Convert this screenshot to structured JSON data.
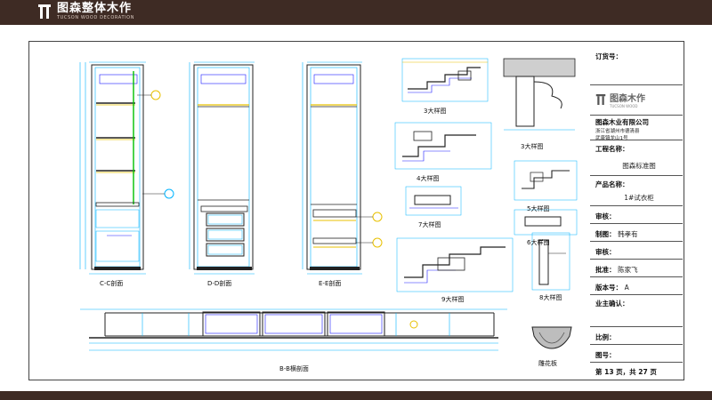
{
  "brand": {
    "name": "图森整体木作",
    "subtitle": "TUCSON WOOD DECORATION"
  },
  "titleblock": {
    "order_label": "订货号：",
    "logo_name": "图森木作",
    "logo_sub": "TUCSON WOOD",
    "company": "图森木业有限公司",
    "address_line1": "浙江省湖州市德清县",
    "address_line2": "武康镇龙山1号",
    "project_label": "工程名称：",
    "project_value": "图森标准图",
    "product_label": "产品名称：",
    "product_value": "1#试衣柜",
    "review_label": "审核：",
    "drafter_label": "制图：",
    "drafter_value": "韩孝有",
    "check_label": "审核：",
    "approve_label": "批准：",
    "approve_value": "陈家飞",
    "version_label": "版本号：",
    "version_value": "A",
    "owner_label": "业主确认：",
    "scale_label": "比例：",
    "drawing_no_label": "图号：",
    "page_text": "第 13 页，共 27 页"
  },
  "views": {
    "cc": "C-C剖面",
    "dd": "D-D剖面",
    "ee": "E-E剖面",
    "bb": "B-B横剖面"
  },
  "details": {
    "d3": "3大样图",
    "d3b": "3大样图",
    "d4": "4大样图",
    "d5": "5大样图",
    "d6": "6大样图",
    "d7": "7大样图",
    "d8": "8大样图",
    "d9": "9大样图",
    "carving": "雕花板"
  },
  "colors": {
    "topbar": "#3e2b24",
    "cyan": "#00b4ff",
    "blue": "#1a1aff",
    "line": "#222222",
    "yellow": "#e8c000"
  }
}
